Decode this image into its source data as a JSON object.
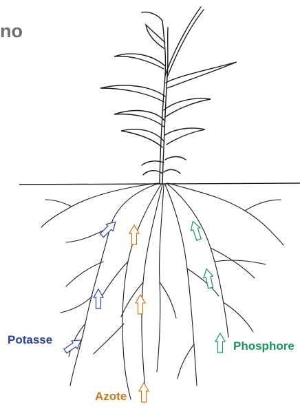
{
  "header": {
    "title_fragment": "no"
  },
  "labels": {
    "potasse": "Potasse",
    "phosphore": "Phosphore",
    "azote": "Azote"
  },
  "colors": {
    "potasse": "#2b3f9a",
    "phosphore": "#19955a",
    "azote": "#c8781e",
    "line": "#1a1a1a"
  }
}
